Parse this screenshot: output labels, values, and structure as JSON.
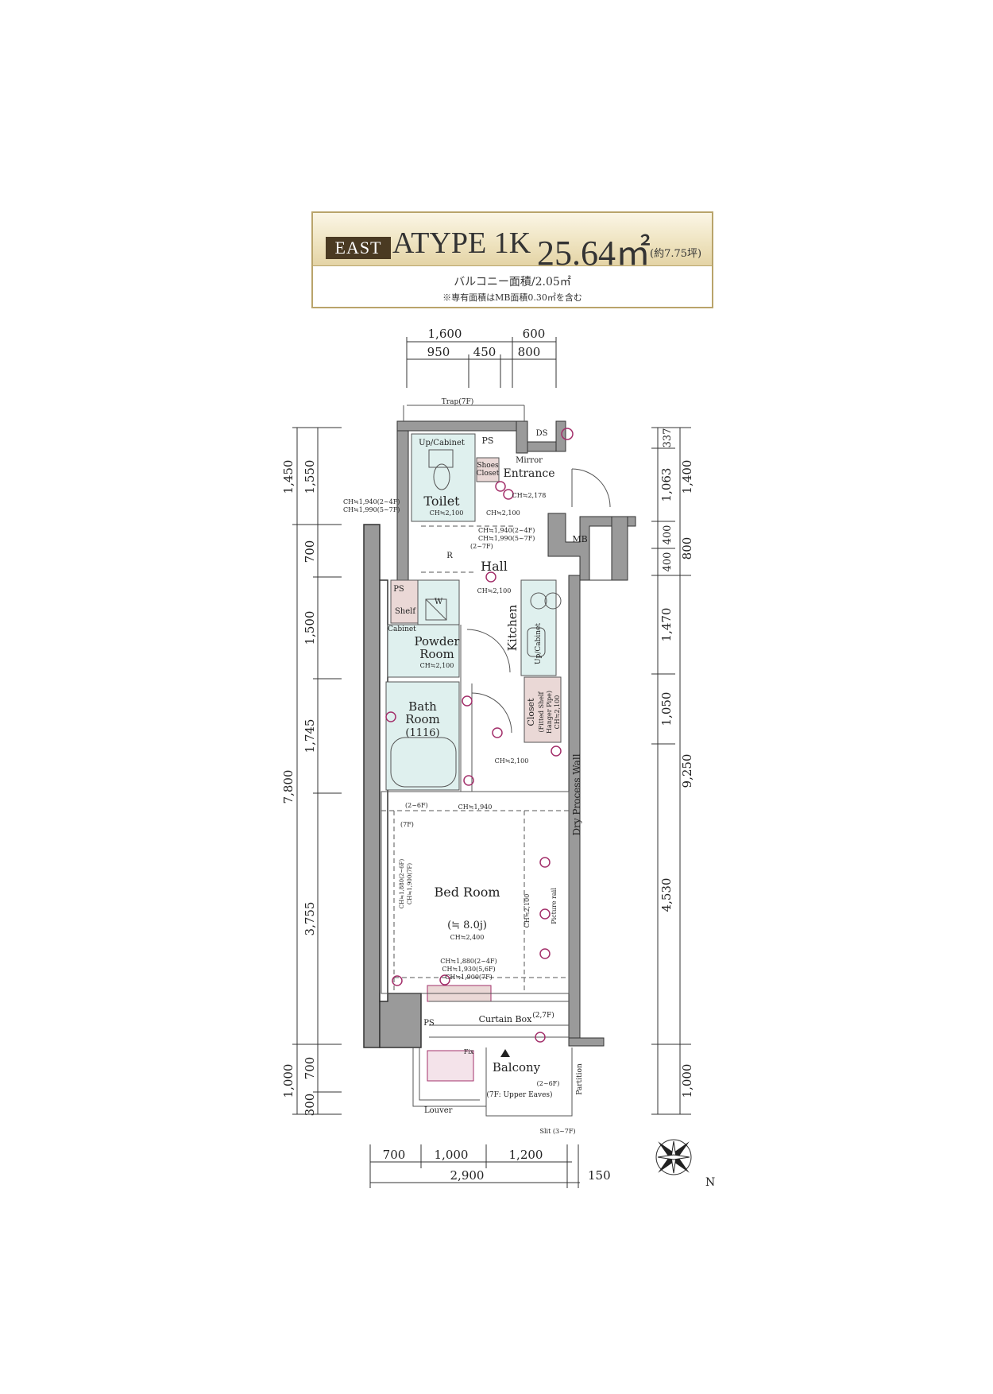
{
  "header": {
    "badge": "EAST",
    "type": "ATYPE 1K",
    "area": "25.64㎡",
    "tsubo": "(約7.75坪)",
    "balcony_area": "バルコニー面積/2.05㎡",
    "note": "※専有面積はMB面積0.30㎡を含む"
  },
  "dimensions": {
    "top_row1": [
      "1,600",
      "600"
    ],
    "top_row2": [
      "950",
      "450",
      "800"
    ],
    "bottom_row1": [
      "700",
      "1,000",
      "1,200"
    ],
    "bottom_row2": [
      "2,900",
      "150"
    ],
    "left_outer": [
      "1,450",
      "7,800",
      "1,000"
    ],
    "left_inner": [
      "1,550",
      "700",
      "1,500",
      "1,745",
      "3,755",
      "700",
      "300"
    ],
    "right_inner": [
      "337",
      "1,063",
      "400",
      "400",
      "1,470",
      "1,050",
      "4,530"
    ],
    "right_outer": [
      "1,400",
      "800",
      "9,250",
      "1,000"
    ]
  },
  "rooms": {
    "toilet": "Toilet",
    "toilet_up_cabinet": "Up/Cabinet",
    "toilet_ch": "CH≒2,100",
    "ps_top": "PS",
    "ds": "DS",
    "shoes_closet_1": "Shoes",
    "shoes_closet_2": "Closet",
    "mirror": "Mirror",
    "entrance": "Entrance",
    "entrance_ch": "CH≒2,178",
    "mb": "MB",
    "hall": "Hall",
    "hall_ch": "CH≒2,100",
    "hall_ch2": "CH≒2,100",
    "ch_toilet_1": "CH≒1,940(2~4F)",
    "ch_toilet_2": "CH≒1,990(5~7F)",
    "ch_hall_1": "CH≒1,940(2~4F)",
    "ch_hall_2": "CH≒1,990(5~7F)",
    "ch_hall_3": "(2~7F)",
    "r_mark": "R",
    "ps_mid": "PS",
    "shelf": "Shelf",
    "w_mark": "W",
    "cabinet": "Cabinet",
    "powder_1": "Powder",
    "powder_2": "Room",
    "powder_ch": "CH≒2,100",
    "kitchen": "Kitchen",
    "kitchen_up_cabinet": "Up/Cabinet",
    "closet_1": "Closet",
    "closet_2": "(Fitted Shelf",
    "closet_3": "Hanger Pipe)",
    "closet_ch": "CH≒2,100",
    "bath_1": "Bath",
    "bath_2": "Room",
    "bath_3": "(1116)",
    "corridor_ch": "CH≒2,100",
    "dry_wall": "Dry Process Wall",
    "floor_note_1": "(2~6F)",
    "floor_note_2": "(7F)",
    "bed_top_ch": "CH≒1,940",
    "bed_left_ch_1": "CH≒1,880(2~6F)",
    "bed_left_ch_2": "CH≒1,900(7F)",
    "bedroom": "Bed Room",
    "bedroom_size": "(≒ 8.0j)",
    "bedroom_ch": "CH≒2,400",
    "bed_mid_ch": "CH≒2,100",
    "picture_rail": "Picture rail",
    "bed_bot_ch_1": "CH≒1,880(2~4F)",
    "bed_bot_ch_2": "CH≒1,930(5,6F)",
    "bed_bot_ch_3": "CH≒1,900(7F)",
    "curtain_box": "Curtain Box",
    "curtain_note": "(2,7F)",
    "ps_bottom": "PS",
    "fix": "Fix",
    "balcony": "Balcony",
    "balcony_note_1": "(2~6F)",
    "balcony_note_2": "(7F: Upper Eaves)",
    "partition": "Partition",
    "louver": "Louver",
    "slit": "Slit (3~7F)",
    "trap": "Trap(7F)"
  },
  "compass": {
    "label": "N"
  },
  "colors": {
    "header_gold": "#b9a46b",
    "badge_brown": "#4a3a22",
    "wall_gray": "#9a9a9a",
    "wet_area": "#dff0ee",
    "storage_pink": "#ead8d6",
    "outlet_purple": "#a3306b"
  }
}
